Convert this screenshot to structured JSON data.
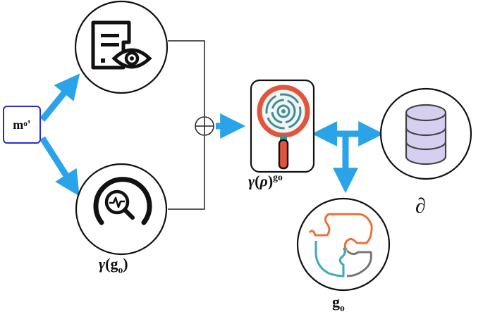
{
  "nodes": {
    "input": {
      "base": "m",
      "sub": "o",
      "suffix": "'"
    },
    "gamma_g0": {
      "symbol": "γ",
      "open": "(",
      "base": "g",
      "sub": "o",
      "close": ")"
    },
    "gamma_rho": {
      "symbol": "γ",
      "open": "(",
      "rho": "ρ",
      "close": ")",
      "sup": "go"
    },
    "partial": {
      "symbol": "∂"
    },
    "g0": {
      "base": "g",
      "sub": "o"
    }
  },
  "icons": [
    "document-eye-icon",
    "search-analytics-icon",
    "magnifier-fingerprint-icon",
    "database-icon",
    "puzzle-icon"
  ],
  "colors": {
    "arrow": "#2aa3e8",
    "input_border": "#2b2bd6",
    "database_fill": "#d7cff0",
    "puzzle_orange": "#e8733a",
    "puzzle_teal": "#3aa8c0",
    "magnifier_red": "#e2553c",
    "magnifier_teal": "#3f8f98"
  }
}
